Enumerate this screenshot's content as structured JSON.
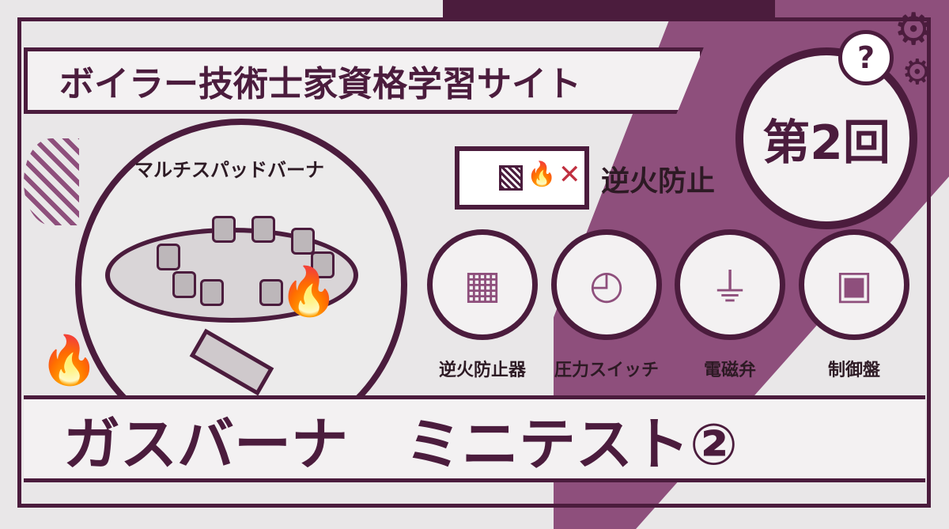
{
  "title": "ボイラー技術士家資格学習サイト",
  "round_badge": "第2回",
  "question_mark": "?",
  "burner_label": "マルチスパッドバーナ",
  "backfire_label": "逆火防止",
  "components": [
    {
      "label": "逆火防止器",
      "icon": "mesh-filter-icon"
    },
    {
      "label": "圧力スイッチ",
      "icon": "pressure-gauge-icon"
    },
    {
      "label": "電磁弁",
      "icon": "solenoid-valve-icon"
    },
    {
      "label": "制御盤",
      "icon": "control-panel-icon"
    }
  ],
  "bottom_title": "ガスバーナ　ミニテスト②",
  "colors": {
    "maroon": "#4b1c3d",
    "mauve": "#8e4f7c",
    "background": "#e9e7e8"
  }
}
